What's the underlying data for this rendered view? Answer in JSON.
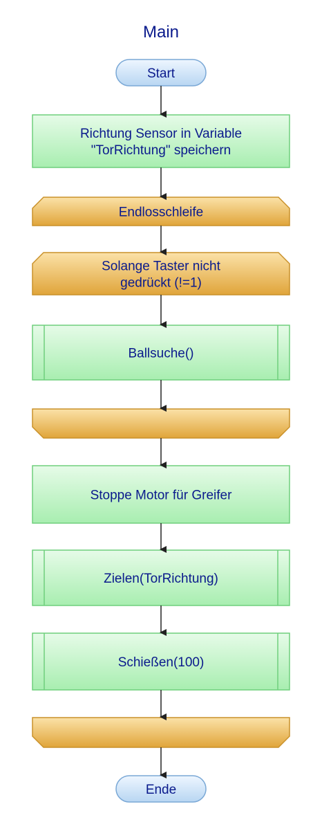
{
  "title": "Main",
  "start_label": "Start",
  "end_label": "Ende",
  "steps": [
    {
      "type": "process",
      "lines": [
        "Richtung Sensor in Variable",
        "\"TorRichtung\" speichern"
      ]
    },
    {
      "type": "loop-start",
      "lines": [
        "Endlosschleife"
      ]
    },
    {
      "type": "loop-start",
      "lines": [
        "Solange Taster nicht",
        "gedrückt (!=1)"
      ]
    },
    {
      "type": "subroutine",
      "lines": [
        "Ballsuche()"
      ]
    },
    {
      "type": "loop-end",
      "lines": []
    },
    {
      "type": "process",
      "lines": [
        "Stoppe Motor für Greifer"
      ]
    },
    {
      "type": "subroutine",
      "lines": [
        "Zielen(TorRichtung)"
      ]
    },
    {
      "type": "subroutine",
      "lines": [
        "Schießen(100)"
      ]
    },
    {
      "type": "loop-end",
      "lines": []
    }
  ],
  "colors": {
    "text": "#0a1a8c",
    "process_fill_top": "#e6fbe8",
    "process_fill_bottom": "#a8eeb0",
    "process_border": "#6fcf7c",
    "loop_fill_top": "#fbe2a8",
    "loop_fill_bottom": "#e0a53a",
    "loop_border": "#c9912a",
    "terminal_fill_top": "#eef6ff",
    "terminal_fill_bottom": "#b8d6f2",
    "terminal_border": "#7aa8d6",
    "arrow": "#222222"
  }
}
